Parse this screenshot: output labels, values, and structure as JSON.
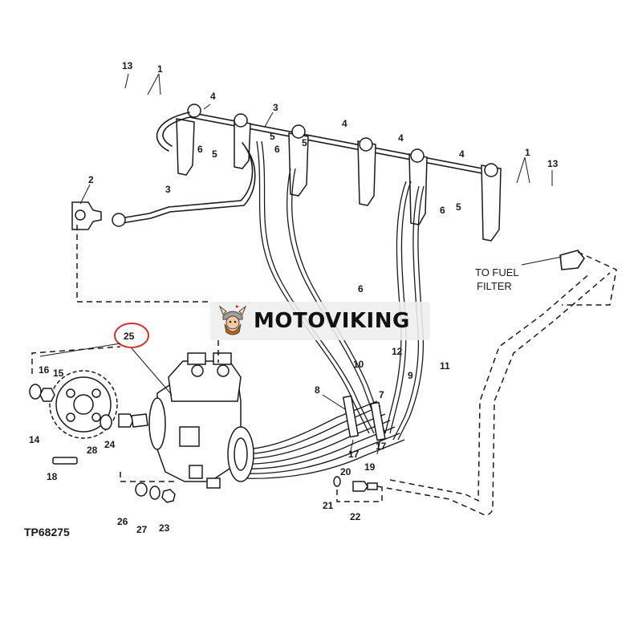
{
  "figure_id": "TP68275",
  "note": {
    "line1": "TO FUEL",
    "line2": "FILTER"
  },
  "watermark": {
    "brand": "MOTOVIKING",
    "logo_icon": "viking-mascot-icon"
  },
  "highlight_color": "#d32f2f",
  "callouts": {
    "c25": "25",
    "c13a": "13",
    "c1a": "1",
    "c4a": "4",
    "c3a": "3",
    "c5a": "5",
    "c6a": "6",
    "c5b": "5",
    "c5c": "5",
    "c6b": "6",
    "c4b": "4",
    "c4c": "4",
    "c4d": "4",
    "c1b": "1",
    "c13b": "13",
    "c2": "2",
    "c3b": "3",
    "c6c": "6",
    "c5d": "5",
    "c6d": "6",
    "c12": "12",
    "c11": "11",
    "c10": "10",
    "c9": "9",
    "c8": "8",
    "c7": "7",
    "c16": "16",
    "c15": "15",
    "c14": "14",
    "c28": "28",
    "c24": "24",
    "c18": "18",
    "c26": "26",
    "c27": "27",
    "c23": "23",
    "c17a": "17",
    "c17b": "17",
    "c20": "20",
    "c19": "19",
    "c21": "21",
    "c22": "22"
  }
}
